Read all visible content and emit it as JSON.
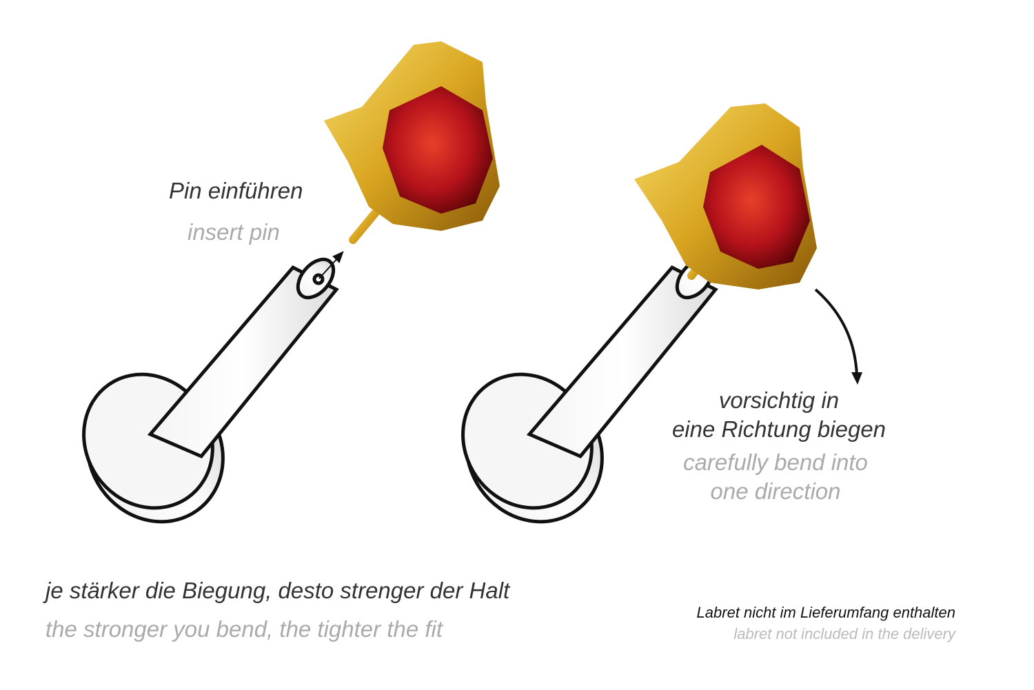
{
  "step1": {
    "de": "Pin einführen",
    "en": "insert pin"
  },
  "step2": {
    "de_line1": "vorsichtig in",
    "de_line2": "eine Richtung biegen",
    "en_line1": "carefully bend into",
    "en_line2": "one direction"
  },
  "tip": {
    "de": "je stärker die Biegung, desto strenger der Halt",
    "en": "the stronger you bend, the tighter the fit"
  },
  "note": {
    "de": "Labret nicht im Lieferumfang enthalten",
    "en": "labret not included in the delivery"
  },
  "colors": {
    "gold": "#d9a520",
    "gem": "#b5121b",
    "text_dark": "#333333",
    "text_light": "#aaaaaa"
  }
}
